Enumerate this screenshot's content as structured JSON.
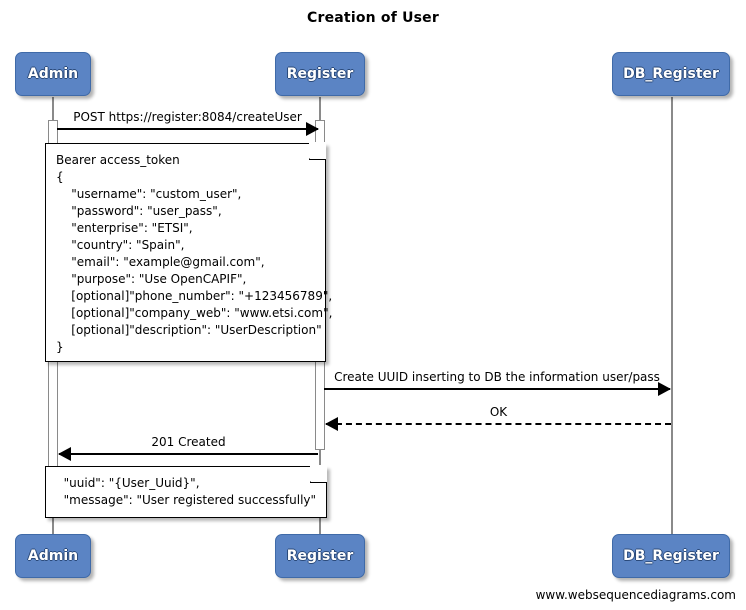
{
  "diagram": {
    "title": "Creation of User",
    "footer": "www.websequencediagrams.com",
    "colors": {
      "actor_fill": "#5b84c4",
      "actor_border": "#3f6aa8",
      "actor_text": "#ffffff",
      "lifeline": "#8a8a8a",
      "arrow": "#000000",
      "note_fill": "#ffffff",
      "note_border": "#000000",
      "background": "#ffffff"
    },
    "participants": [
      {
        "id": "admin",
        "label": "Admin"
      },
      {
        "id": "register",
        "label": "Register"
      },
      {
        "id": "db_register",
        "label": "DB_Register"
      }
    ],
    "participants_bottom": [
      {
        "id": "admin",
        "label": "Admin"
      },
      {
        "id": "register",
        "label": "Register"
      },
      {
        "id": "db_register",
        "label": "DB_Register"
      }
    ],
    "messages": [
      {
        "id": "msg-post-createuser",
        "label": "POST https://register:8084/createUser",
        "from": "admin",
        "to": "register",
        "style": "solid",
        "direction": "right"
      },
      {
        "id": "msg-create-uuid",
        "label": "Create UUID inserting to DB the information user/pass",
        "from": "register",
        "to": "db_register",
        "style": "solid",
        "direction": "right"
      },
      {
        "id": "msg-ok",
        "label": "OK",
        "from": "db_register",
        "to": "register",
        "style": "dashed",
        "direction": "left"
      },
      {
        "id": "msg-201-created",
        "label": "201 Created",
        "from": "register",
        "to": "admin",
        "style": "solid",
        "direction": "left"
      }
    ],
    "notes": [
      {
        "id": "note-request-payload",
        "lines": [
          "Bearer access_token",
          "{",
          "    \"username\": \"custom_user\",",
          "    \"password\": \"user_pass\",",
          "    \"enterprise\": \"ETSI\",",
          "    \"country\": \"Spain\",",
          "    \"email\": \"example@gmail.com\",",
          "    \"purpose\": \"Use OpenCAPIF\",",
          "    [optional]\"phone_number\": \"+123456789\",",
          "    [optional]\"company_web\": \"www.etsi.com\",",
          "    [optional]\"description\": \"UserDescription\"",
          "}"
        ]
      },
      {
        "id": "note-response-payload",
        "lines": [
          "  \"uuid\": \"{User_Uuid}\",",
          "  \"message\": \"User registered successfully\""
        ]
      }
    ]
  }
}
